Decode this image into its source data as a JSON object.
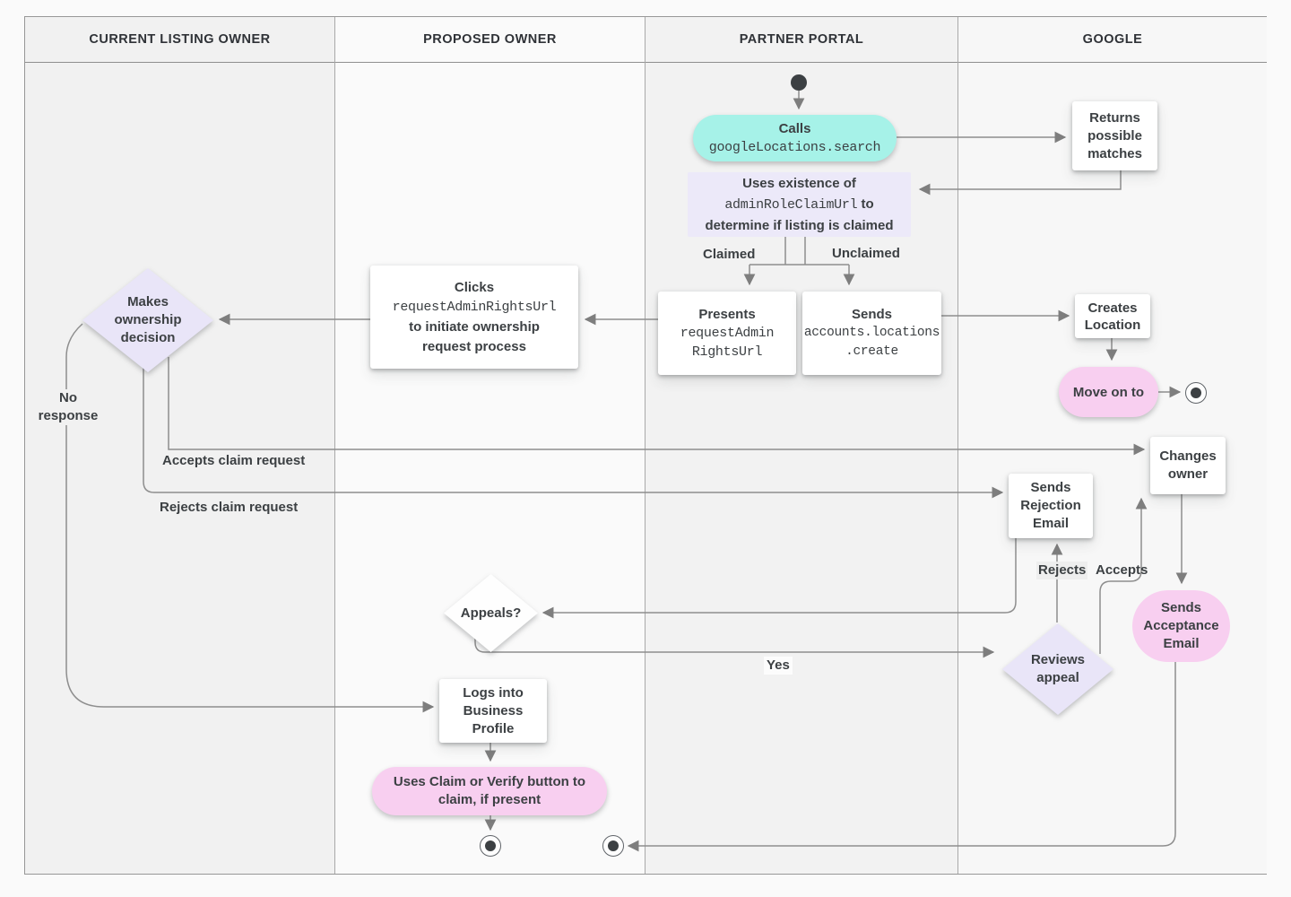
{
  "lanes": [
    {
      "label": "CURRENT LISTING OWNER"
    },
    {
      "label": "PROPOSED OWNER"
    },
    {
      "label": "PARTNER PORTAL"
    },
    {
      "label": "GOOGLE"
    }
  ],
  "nodes": {
    "calls": {
      "title": "Calls",
      "code": "googleLocations.search"
    },
    "returns": {
      "label": "Returns possible matches"
    },
    "uses": {
      "line1": "Uses existence of",
      "code": "adminRoleClaimUrl",
      "line2_suffix": " to",
      "line3": "determine if listing is claimed"
    },
    "presents": {
      "title": "Presents",
      "code1": "requestAdmin",
      "code2": "RightsUrl"
    },
    "sends_create": {
      "title": "Sends",
      "code1": "accounts.locations",
      "code2": ".create"
    },
    "clicks": {
      "title": "Clicks",
      "code": "requestAdminRightsUrl",
      "line2": "to initiate ownership",
      "line3": "request process"
    },
    "makes_decision": {
      "label": "Makes ownership decision"
    },
    "creates_location": {
      "label": "Creates Location"
    },
    "move_on": {
      "label": "Move on to"
    },
    "changes_owner": {
      "label": "Changes owner"
    },
    "rejection_email": {
      "label": "Sends Rejection Email"
    },
    "acceptance_email": {
      "label": "Sends Acceptance Email"
    },
    "reviews_appeal": {
      "label": "Reviews appeal"
    },
    "appeals": {
      "label": "Appeals?"
    },
    "logs_in": {
      "label": "Logs into Business Profile"
    },
    "claim_verify": {
      "label": "Uses Claim or Verify button to claim, if present"
    }
  },
  "edge_labels": {
    "claimed": "Claimed",
    "unclaimed": "Unclaimed",
    "no_response": "No response",
    "accepts_claim": "Accepts claim request",
    "rejects_claim": "Rejects claim request",
    "yes": "Yes",
    "rejects": "Rejects",
    "accepts": "Accepts"
  },
  "colors": {
    "accent_teal": "#A6F2E8",
    "accent_pink": "#F8CFF0",
    "accent_lavender": "#E9E5F8",
    "node_bg": "#FFFFFF",
    "connector": "#8E8E8E",
    "text": "#3C4043"
  }
}
